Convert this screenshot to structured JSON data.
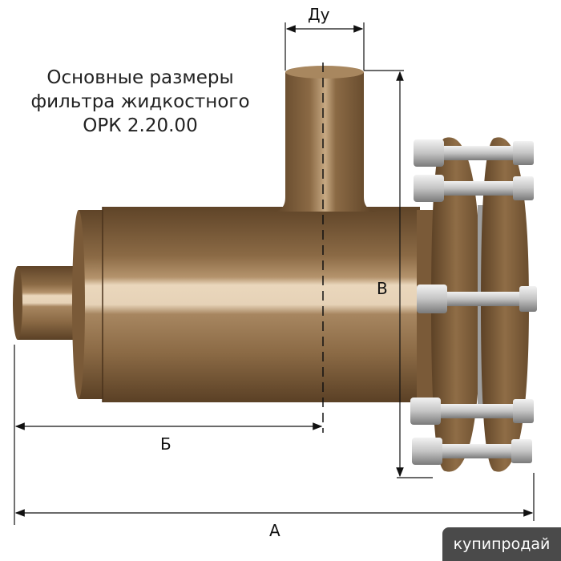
{
  "title": {
    "line1": "Основные размеры",
    "line2": "фильтра жидкостного",
    "line3": "ОРК 2.20.00"
  },
  "dimensions": {
    "du": "Ду",
    "a": "А",
    "b": "Б",
    "v": "В"
  },
  "watermark": "купипродай",
  "colors": {
    "body": "#8b6a45",
    "body_dark": "#6e5233",
    "highlight": "#e6d2b7",
    "bolt": "#c9c9c9",
    "dimension_line": "#111111"
  }
}
